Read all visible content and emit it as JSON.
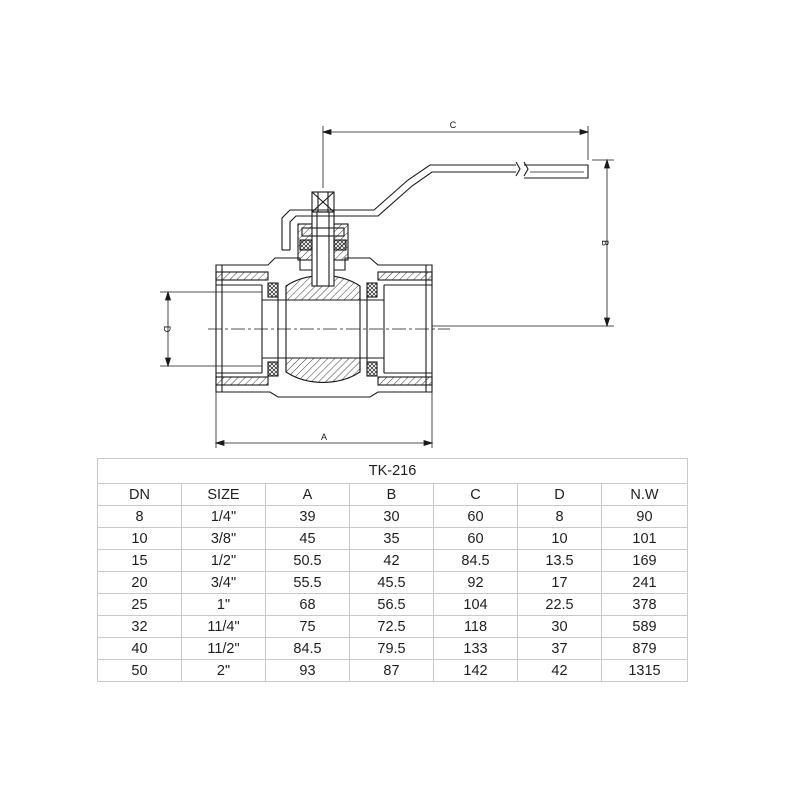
{
  "drawing": {
    "dimension_labels": {
      "a": "A",
      "b": "B",
      "c": "C",
      "d": "D"
    }
  },
  "table": {
    "title": "TK-216",
    "headers": [
      "DN",
      "SIZE",
      "A",
      "B",
      "C",
      "D",
      "N.W"
    ],
    "rows": [
      [
        "8",
        "1/4\"",
        "39",
        "30",
        "60",
        "8",
        "90"
      ],
      [
        "10",
        "3/8\"",
        "45",
        "35",
        "60",
        "10",
        "101"
      ],
      [
        "15",
        "1/2\"",
        "50.5",
        "42",
        "84.5",
        "13.5",
        "169"
      ],
      [
        "20",
        "3/4\"",
        "55.5",
        "45.5",
        "92",
        "17",
        "241"
      ],
      [
        "25",
        "1\"",
        "68",
        "56.5",
        "104",
        "22.5",
        "378"
      ],
      [
        "32",
        "11/4\"",
        "75",
        "72.5",
        "118",
        "30",
        "589"
      ],
      [
        "40",
        "11/2\"",
        "84.5",
        "79.5",
        "133",
        "37",
        "879"
      ],
      [
        "50",
        "2\"",
        "93",
        "87",
        "142",
        "42",
        "1315"
      ]
    ]
  }
}
